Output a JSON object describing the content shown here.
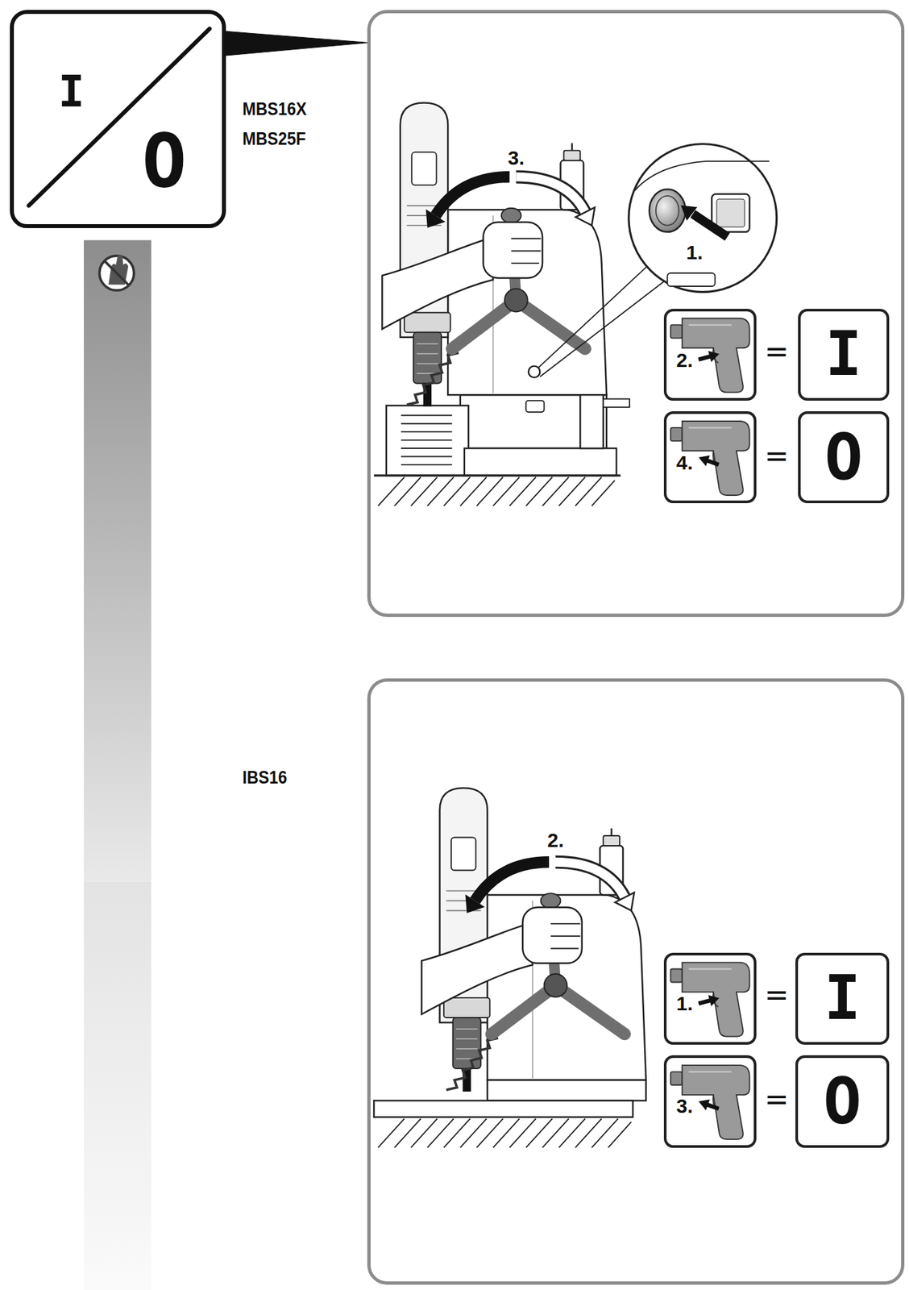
{
  "diagram": {
    "nodes": [
      {
        "text": [
          "I",
          "O"
        ]
      },
      {
        "text": [
          "3.",
          "1."
        ]
      },
      {
        "text": [
          "2."
        ],
        "in": 1
      },
      {
        "text": [
          "I"
        ],
        "in": 1
      },
      {
        "text": [
          "4."
        ],
        "in": 1
      },
      {
        "text": [
          "O"
        ],
        "in": 1
      },
      {
        "text": [
          "2."
        ]
      },
      {
        "text": [
          "1."
        ],
        "in": 6
      },
      {
        "text": [
          "I"
        ],
        "in": 6
      },
      {
        "text": [
          "3."
        ],
        "in": 6
      },
      {
        "text": [
          "O"
        ],
        "in": 6
      }
    ],
    "edges": [
      {
        "from": 0,
        "to": 1,
        "arrow": "none"
      }
    ],
    "labels": [
      "MBS16X",
      "MBS25F",
      "=",
      "=",
      "IBS16",
      "=",
      "="
    ]
  }
}
